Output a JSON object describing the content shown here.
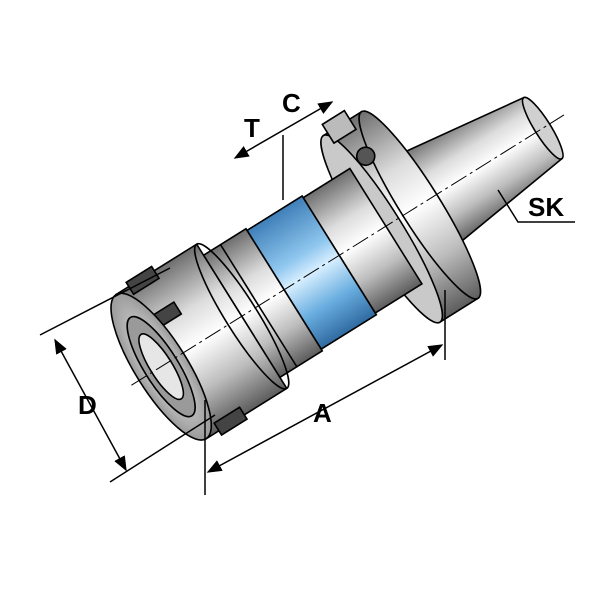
{
  "diagram": {
    "labels": {
      "t": "T",
      "c": "C",
      "sk": "SK",
      "d": "D",
      "a": "A"
    },
    "colors": {
      "band": "#5aa8e0",
      "steel": "#c8c8c8",
      "line": "#000000"
    }
  }
}
